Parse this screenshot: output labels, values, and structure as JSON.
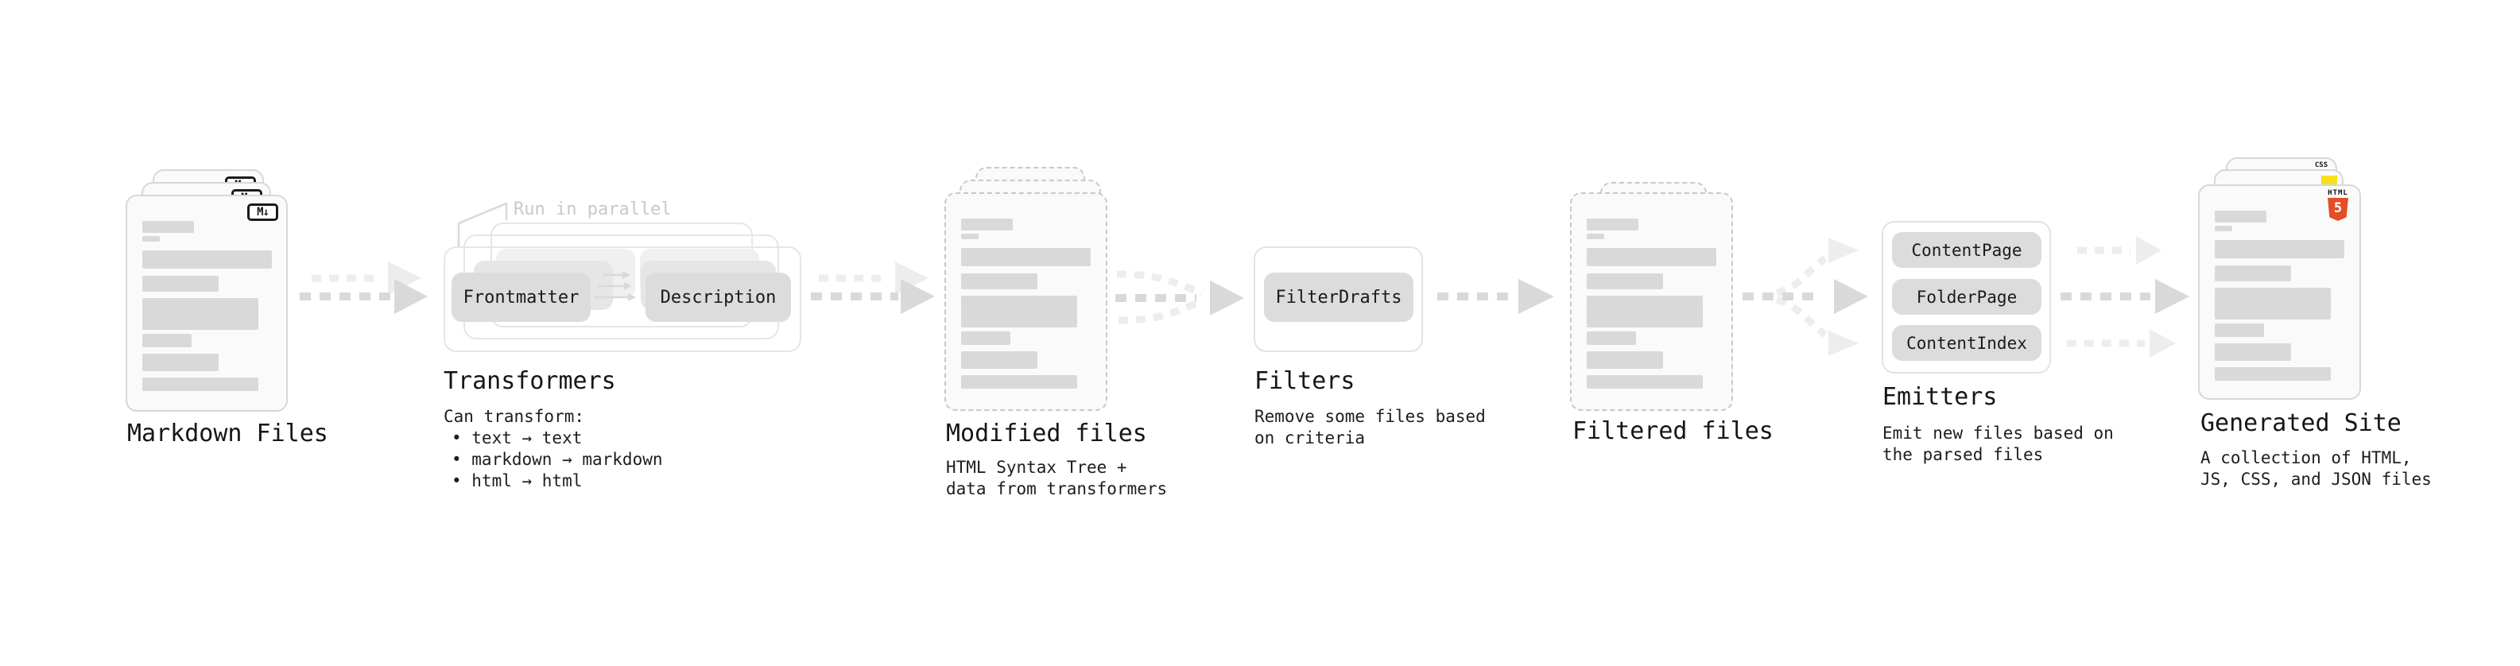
{
  "pipeline_order": [
    "Markdown Files",
    "Transformers",
    "Modified files",
    "Filters",
    "Filtered files",
    "Emitters",
    "Generated Site"
  ],
  "badges": {
    "markdown": "M↓",
    "html_label": "HTML",
    "html_number": "5",
    "css": "CSS"
  },
  "stages": {
    "markdown_files": {
      "title": "Markdown Files"
    },
    "transformers": {
      "title": "Transformers",
      "annotation": "Run in parallel",
      "boxes": [
        "Frontmatter",
        "Description"
      ],
      "description_lines": [
        "Can transform:",
        "• text → text",
        "• markdown → markdown",
        "• html → html"
      ]
    },
    "modified_files": {
      "title": "Modified files",
      "description_lines": [
        "HTML Syntax Tree +",
        "data from transformers"
      ]
    },
    "filters": {
      "title": "Filters",
      "boxes": [
        "FilterDrafts"
      ],
      "description_lines": [
        "Remove some files based",
        "on criteria"
      ]
    },
    "filtered_files": {
      "title": "Filtered files"
    },
    "emitters": {
      "title": "Emitters",
      "boxes": [
        "ContentPage",
        "FolderPage",
        "ContentIndex"
      ],
      "description_lines": [
        "Emit new files based on",
        "the parsed files"
      ]
    },
    "generated_site": {
      "title": "Generated Site",
      "description_lines": [
        "A collection of HTML,",
        "JS, CSS, and JSON files"
      ]
    }
  },
  "colors": {
    "background": "#ffffff",
    "card_fill": "#fafafa",
    "card_border": "#d7d7d7",
    "dashed_border": "#c9c9c9",
    "placeholder_bar": "#d9d9d9",
    "box_fill": "#dcdcdc",
    "panel_border": "#e3e3e3",
    "arrow_dark": "#d9d9d9",
    "arrow_light": "#ededed",
    "annotation_text": "#c9c9c9",
    "title_text": "#161616",
    "markdown_badge_border": "#1a1a1a",
    "html5_orange": "#e44d26",
    "css_blue": "#2965f1",
    "js_yellow": "#f7df1e"
  }
}
